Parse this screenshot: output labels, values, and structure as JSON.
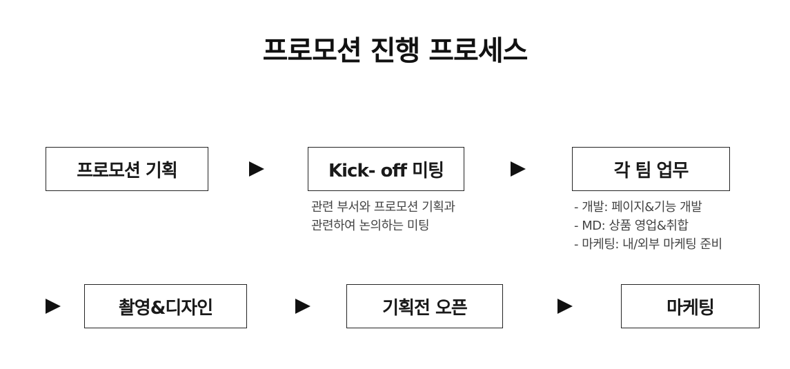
{
  "title": "프로모션 진행 프로세스",
  "steps": [
    {
      "label": "프로모션 기획"
    },
    {
      "label": "Kick- off 미팅",
      "desc": [
        "관련 부서와 프로모션 기획과",
        "관련하여 논의하는 미팅"
      ]
    },
    {
      "label": "각 팀 업무",
      "desc": [
        "- 개발: 페이지&기능 개발",
        "- MD: 상품 영업&취합",
        "- 마케팅: 내/외부 마케팅 준비"
      ]
    },
    {
      "label": "촬영&디자인"
    },
    {
      "label": "기획전 오픈"
    },
    {
      "label": "마케팅"
    }
  ],
  "arrow_icon": "arrow-right-icon",
  "colors": {
    "border": "#222222",
    "text": "#1a1a1a",
    "desc_text": "#444444",
    "arrow": "#111111"
  }
}
